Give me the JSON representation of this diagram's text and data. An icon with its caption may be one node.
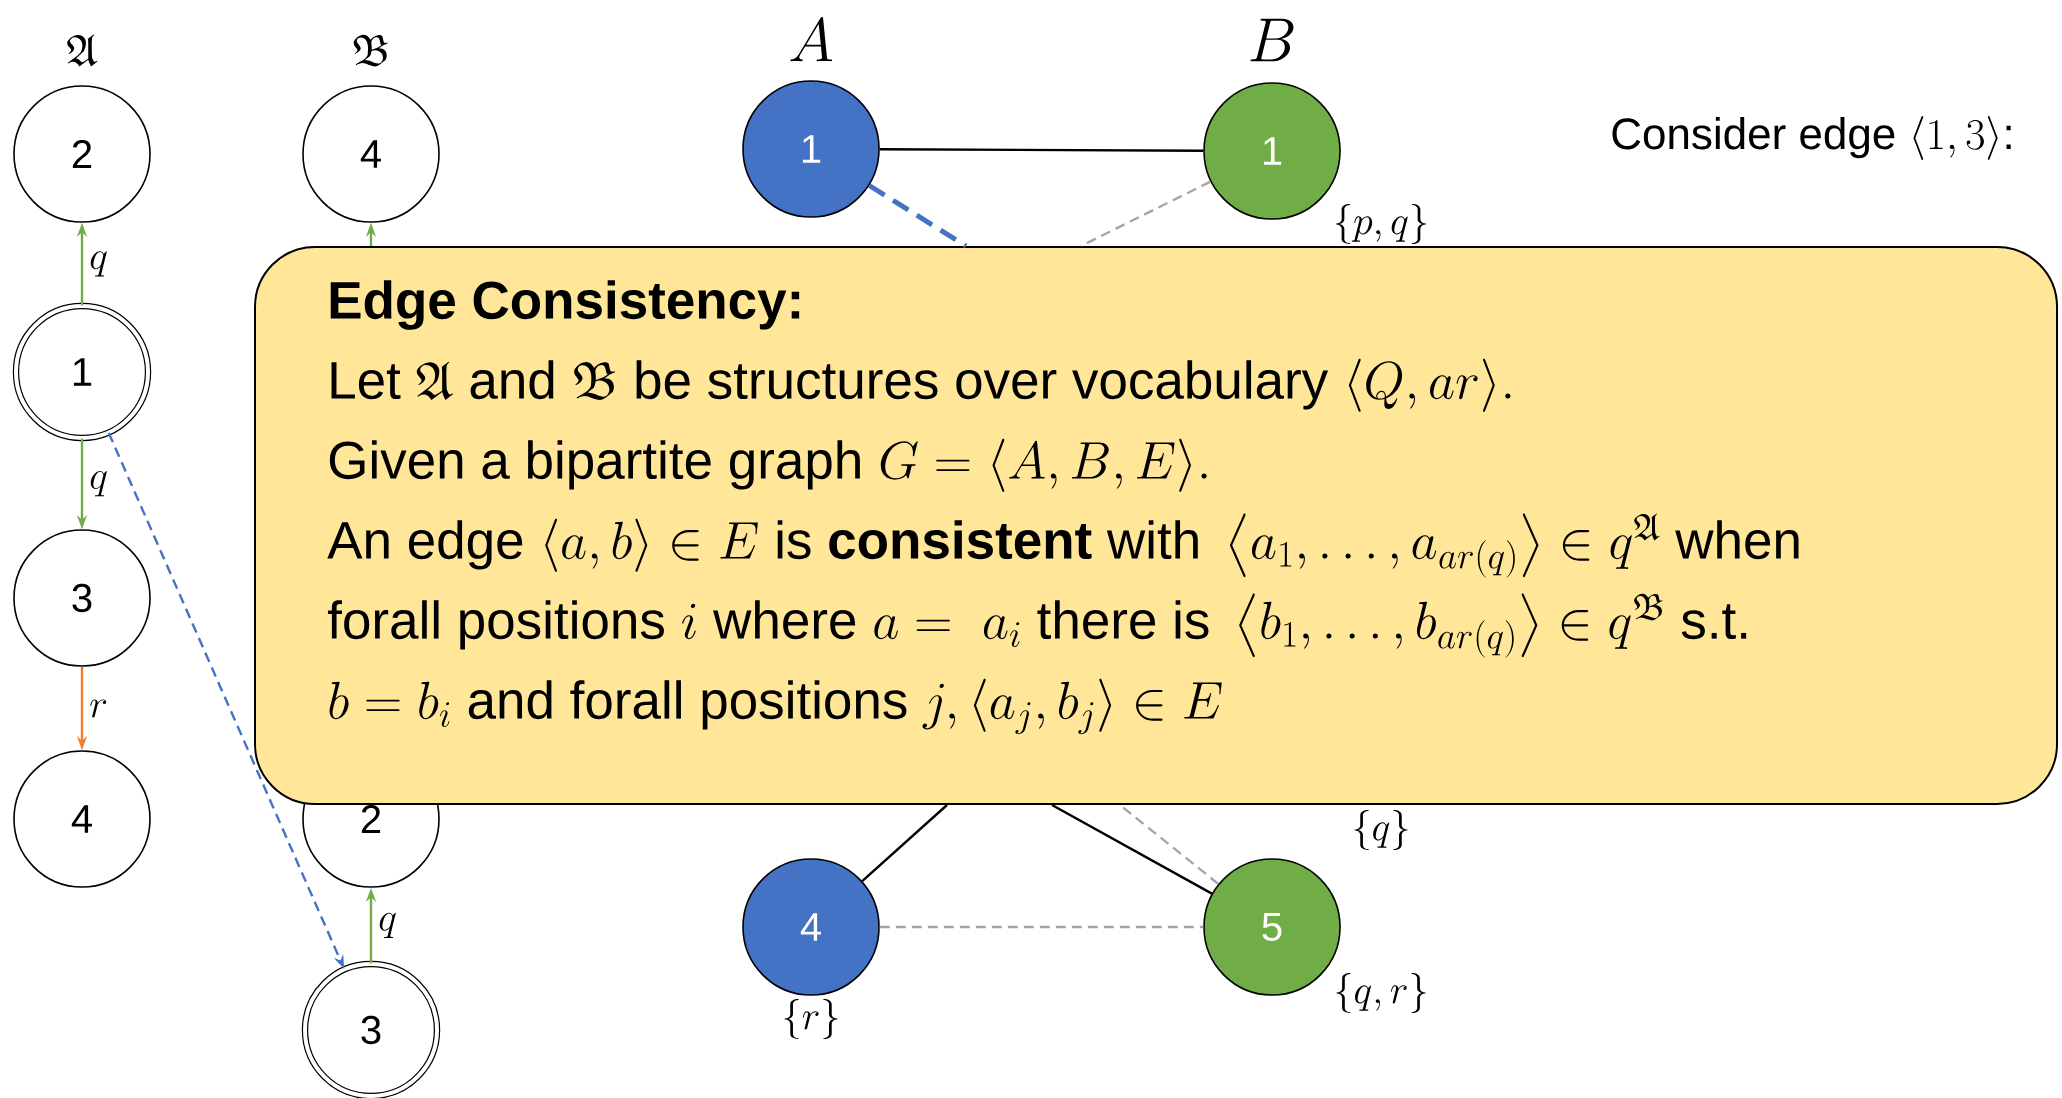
{
  "diagram": {
    "nodes": [
      {
        "text": [
          "2"
        ]
      },
      {
        "text": [
          "1"
        ]
      },
      {
        "text": [
          "3"
        ]
      },
      {
        "text": [
          "4"
        ]
      },
      {
        "text": [
          "4"
        ]
      },
      {
        "text": [
          "2"
        ]
      },
      {
        "text": [
          "3"
        ]
      },
      {
        "text": [
          "1"
        ]
      },
      {
        "text": [
          "1"
        ],
        "beside": [
          "\\{p,q\\}"
        ]
      },
      {
        "text": [
          "4"
        ],
        "beside": [
          "\\{r\\}"
        ]
      },
      {
        "text": [
          "5"
        ],
        "beside": [
          "\\{q,r\\}"
        ]
      },
      {
        "text": [
          "Edge Consistency:",
          "\\text{Let }\\mathfrak{A}\\text{ and }\\mathfrak{B}\\text{ be structures over vocabulary }\\langle Q,ar\\rangle.",
          "\\text{Given a bipartite graph }G=\\langle A,B,E\\rangle.",
          "\\text{An edge }\\langle a,b\\rangle\\in E\\text{ is }\\text{\\textbf{consistent}}\\text{ with }\\left\\langle a_1,\\ldots,a_{ar(q)}\\right\\rangle\\in q^{\\mathfrak{A}}\\text{ when}",
          "\\text{forall positions }i\\text{ where }a=\\ a_i\\text{ there is }\\left\\langle b_1,\\ldots,b_{ar(q)}\\right\\rangle\\in q^{\\mathfrak{B}}\\text{ s.t.}",
          "b=b_i\\text{ and forall positions }j,\\left\\langle a_j,b_j\\right\\rangle\\in E"
        ]
      }
    ],
    "edges": [
      {
        "from": 1,
        "to": 0,
        "arrow": "to",
        "label": "q",
        "color": "#70ad47"
      },
      {
        "from": 1,
        "to": 2,
        "arrow": "to",
        "label": "q",
        "color": "#70ad47"
      },
      {
        "from": 2,
        "to": 3,
        "arrow": "to",
        "label": "r",
        "color": "#ed7d31"
      },
      {
        "from": 11,
        "to": 4,
        "arrow": "to",
        "color": "#70ad47"
      },
      {
        "from": 6,
        "to": 5,
        "arrow": "to",
        "label": "q",
        "color": "#70ad47"
      },
      {
        "from": 1,
        "to": 6,
        "arrow": "to",
        "style": "dashed",
        "color": "#4472c4"
      },
      {
        "from": 7,
        "to": 8,
        "arrow": "none",
        "color": "#000000"
      },
      {
        "from": 7,
        "to": 11,
        "arrow": "none",
        "style": "dashed",
        "color": "#4472c4"
      },
      {
        "from": 8,
        "to": 11,
        "arrow": "none",
        "style": "dashed",
        "color": "#a5a5a5"
      },
      {
        "from": 9,
        "to": 11,
        "arrow": "none",
        "color": "#000000"
      },
      {
        "from": 10,
        "to": 11,
        "arrow": "none",
        "color": "#000000"
      },
      {
        "from": 10,
        "to": 11,
        "arrow": "none",
        "style": "dashed",
        "color": "#a5a5a5"
      },
      {
        "from": 9,
        "to": 10,
        "arrow": "none",
        "style": "dashed",
        "color": "#a5a5a5"
      }
    ],
    "labels": [
      "\\mathfrak{A}",
      "\\mathfrak{B}",
      "A",
      "B",
      "\\{q\\}",
      "\\text{Consider edge }\\langle 1,3\\rangle\\text{:}"
    ]
  }
}
